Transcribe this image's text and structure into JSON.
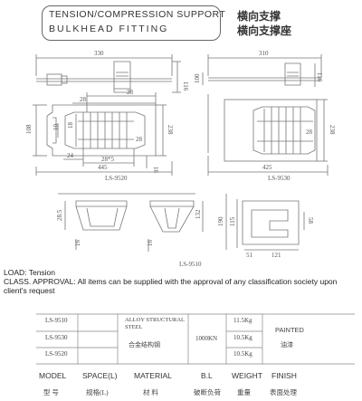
{
  "header": {
    "title_en_1": "TENSION/COMPRESSION SUPPORT",
    "title_en_2": "BULKHEAD FITTING",
    "title_cn_1": "横向支撑",
    "title_cn_2": "横向支撑座"
  },
  "drawings": {
    "ls9520": {
      "label": "LS-9520",
      "dims": [
        "330",
        "116",
        "28",
        "28",
        "10",
        "18",
        "108",
        "238",
        "28",
        "24",
        "28*5",
        "16",
        "445"
      ]
    },
    "ls9530": {
      "label": "LS-9530",
      "dims": [
        "310",
        "100",
        "116",
        "238",
        "28",
        "425"
      ]
    },
    "ls9510": {
      "label": "LS-9510",
      "dims": [
        "28.5",
        "132",
        "16",
        "16",
        "190",
        "115",
        "58",
        "51",
        "121"
      ]
    }
  },
  "notes": {
    "load": "LOAD: Tension",
    "approval": "CLASS. APPROVAL: All items can be supplied with the approval of any classification society upon client's request"
  },
  "spec_table": {
    "models": [
      "LS-9510",
      "LS-9530",
      "LS-9520"
    ],
    "material_en": "ALLOY STRUCTURAL STEEL",
    "material_cn": "合金结构钢",
    "breaking_load": "1000KN",
    "weights": [
      "11.5Kg",
      "10.5Kg",
      "10.5Kg"
    ],
    "finish_en": "PAINTED",
    "finish_cn": "油漆",
    "headers_en": [
      "MODEL",
      "SPACE(L)",
      "MATERIAL",
      "B.L",
      "WEIGHT",
      "FINISH"
    ],
    "headers_cn": [
      "型 号",
      "规格(L)",
      "材 料",
      "破断负荷",
      "重量",
      "表面处理"
    ]
  }
}
